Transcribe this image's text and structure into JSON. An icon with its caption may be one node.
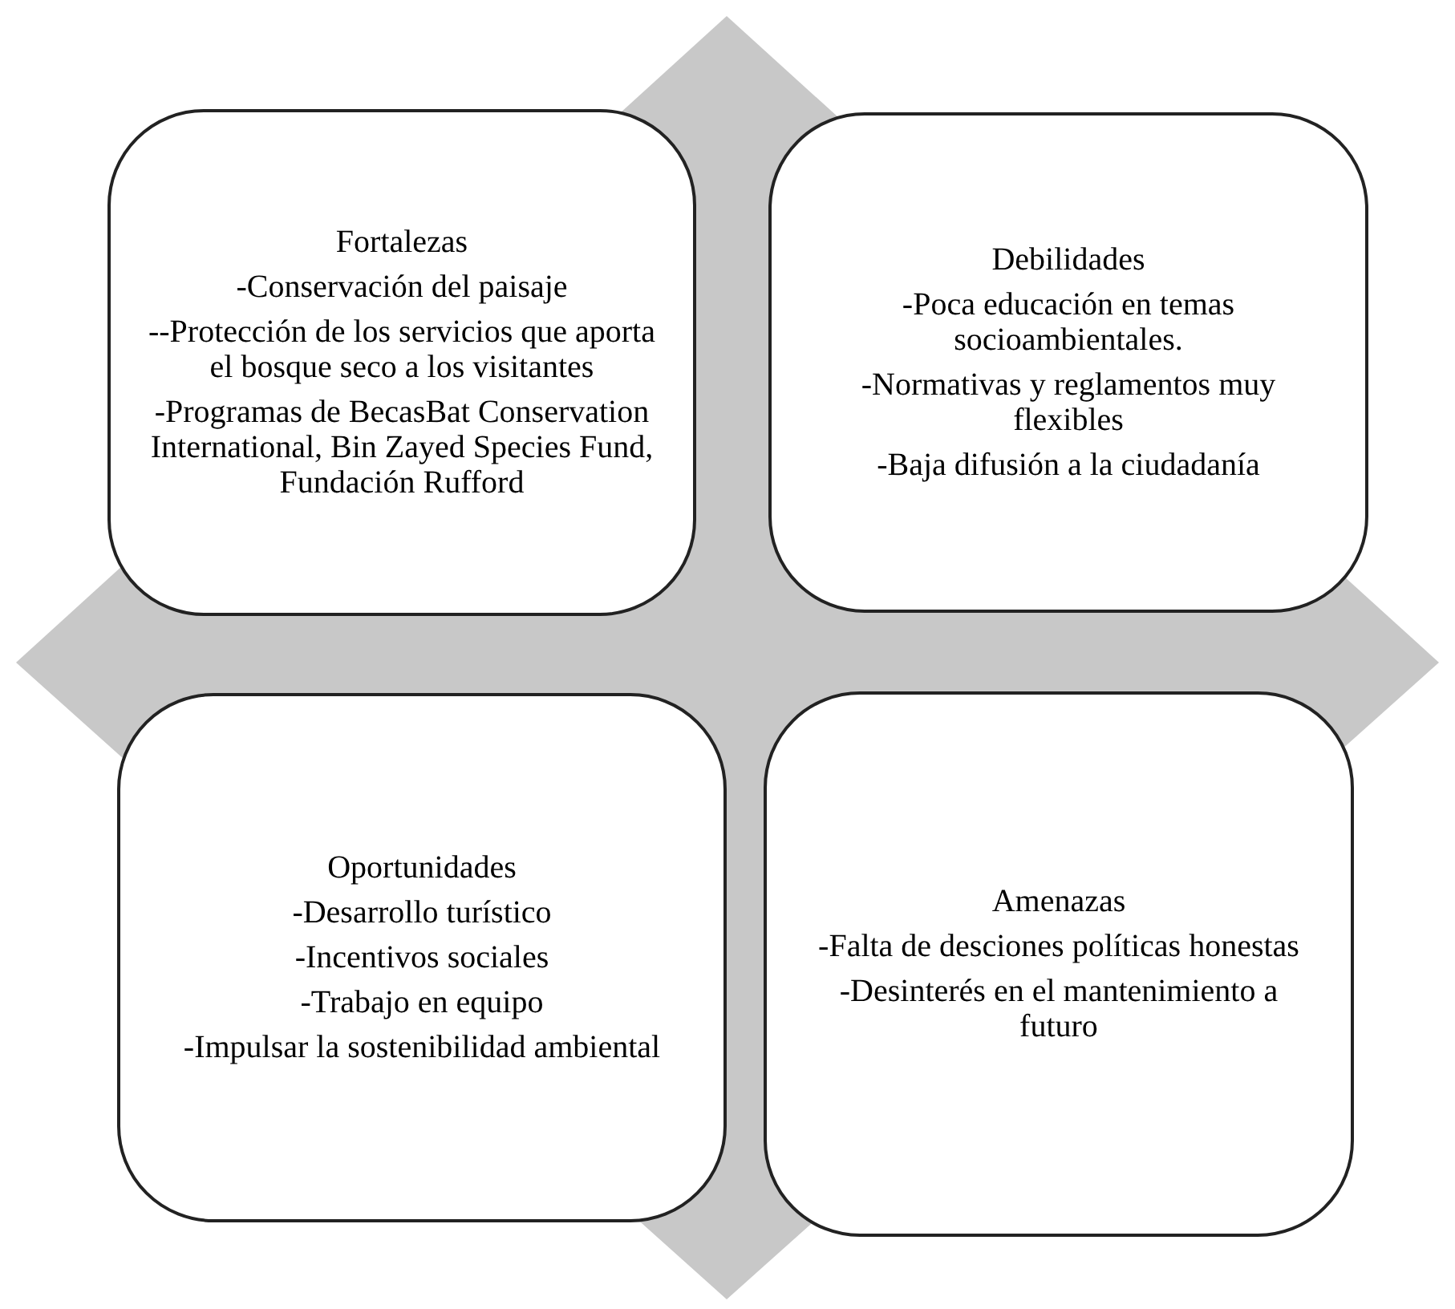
{
  "diagram": {
    "nodes": [
      {
        "text": [
          "Fortalezas",
          "-Conservación del paisaje",
          "--Protección de los servicios que aporta el bosque seco a los visitantes",
          "-Programas de BecasBat Conservation International, Bin Zayed Species Fund, Fundación Rufford"
        ]
      },
      {
        "text": [
          "Debilidades",
          "-Poca educación en temas socioambientales.",
          "-Normativas y reglamentos muy flexibles",
          "-Baja difusión a la ciudadanía"
        ]
      },
      {
        "text": [
          "Oportunidades",
          "-Desarrollo turístico",
          "-Incentivos sociales",
          "-Trabajo en equipo",
          "-Impulsar la sostenibilidad ambiental"
        ]
      },
      {
        "text": [
          "Amenazas",
          "-Falta de desciones políticas honestas",
          "-Desinterés en el mantenimiento a futuro"
        ]
      }
    ]
  }
}
